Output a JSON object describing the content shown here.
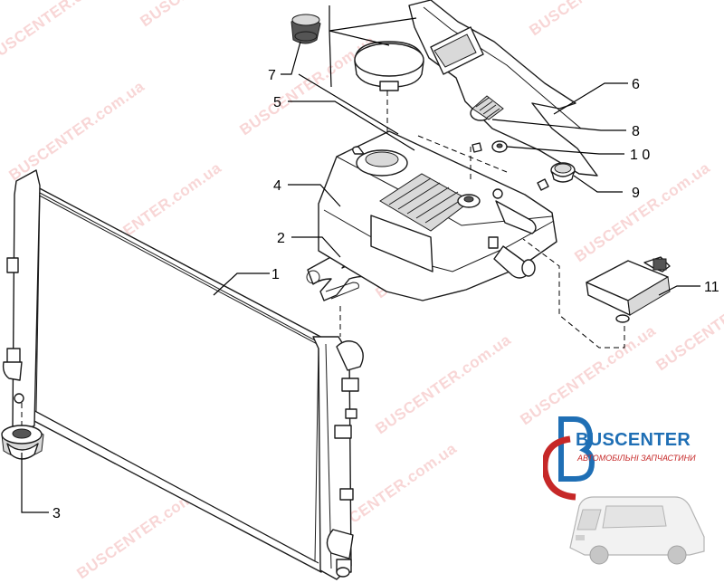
{
  "callouts": {
    "c1": "1",
    "c2": "2",
    "c3": "3",
    "c4": "4",
    "c5": "5",
    "c6": "6",
    "c7": "7",
    "c8": "8",
    "c9": "9",
    "c10": "1 0",
    "c11": "11"
  },
  "watermark": {
    "text": "BUSCENTER.com.ua"
  },
  "logo": {
    "name": "BUSCENTER",
    "tagline": "АВТОМОБІЛЬНІ ЗАПЧАСТИНИ",
    "colors": {
      "blue": "#1f6fb5",
      "red": "#c62828"
    }
  }
}
